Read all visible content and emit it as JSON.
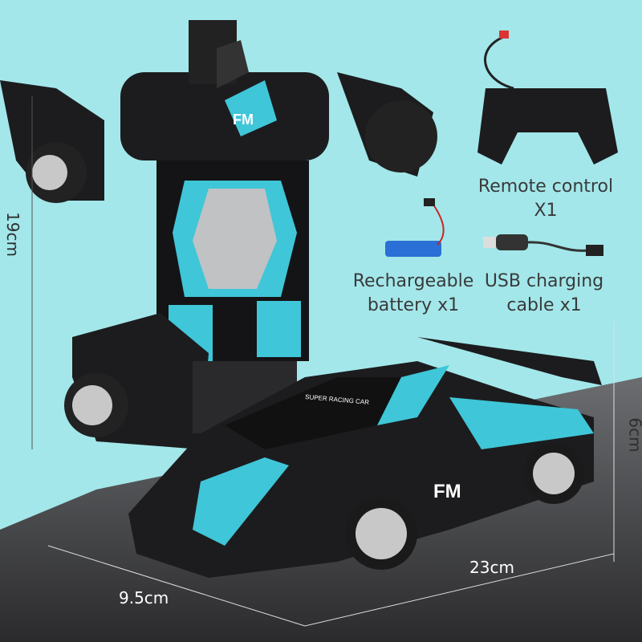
{
  "accessories": {
    "remote": {
      "line1": "Remote control",
      "line2": "X1"
    },
    "battery": {
      "line1": "Rechargeable",
      "line2": "battery x1"
    },
    "cable": {
      "line1": "USB charging",
      "line2": "cable x1"
    }
  },
  "dimensions": {
    "robot_height": "19cm",
    "car_height": "6cm",
    "car_length": "23cm",
    "car_width": "9.5cm"
  },
  "product_markings": {
    "robot_badge": "FM",
    "car_badge": "FM",
    "car_hood_text": "SUPER RACING CAR"
  },
  "colors": {
    "background": "#a3e7ea",
    "accent": "#3fc6d8",
    "body": "#1c1c1e",
    "floor": "#3a3a3c"
  }
}
